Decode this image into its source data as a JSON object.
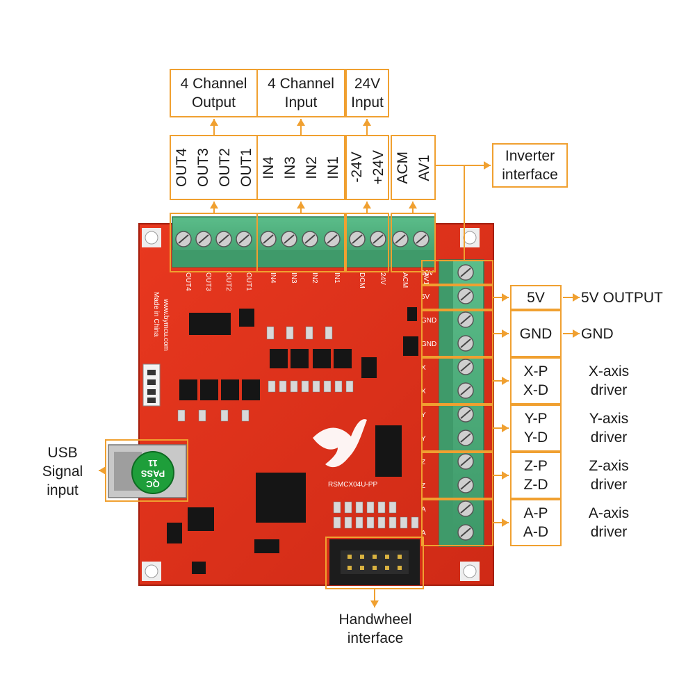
{
  "top_groups": [
    {
      "title_l1": "4 Channel",
      "title_l2": "Output",
      "pins": [
        "OUT1",
        "OUT2",
        "OUT3",
        "OUT4"
      ]
    },
    {
      "title_l1": "4 Channel",
      "title_l2": "Input",
      "pins": [
        "IN1",
        "IN2",
        "IN3",
        "IN4"
      ]
    },
    {
      "title_l1": "24V",
      "title_l2": "Input",
      "pins": [
        "+24V",
        "-24V"
      ]
    },
    {
      "pins": [
        "AV1",
        "ACM"
      ]
    }
  ],
  "inverter": {
    "line1": "Inverter",
    "line2": "interface"
  },
  "right_labels": {
    "v5": {
      "box": "5V",
      "desc": "5V OUTPUT"
    },
    "gnd": {
      "box": "GND",
      "desc": "GND"
    },
    "x": {
      "box_l1": "X-P",
      "box_l2": "X-D",
      "desc_l1": "X-axis",
      "desc_l2": "driver"
    },
    "y": {
      "box_l1": "Y-P",
      "box_l2": "Y-D",
      "desc_l1": "Y-axis",
      "desc_l2": "driver"
    },
    "z": {
      "box_l1": "Z-P",
      "box_l2": "Z-D",
      "desc_l1": "Z-axis",
      "desc_l2": "driver"
    },
    "a": {
      "box_l1": "A-P",
      "box_l2": "A-D",
      "desc_l1": "A-axis",
      "desc_l2": "driver"
    }
  },
  "usb": {
    "line1": "USB",
    "line2": "Signal",
    "line3": "input"
  },
  "handwheel": {
    "line1": "Handwheel",
    "line2": "interface"
  },
  "board": {
    "model": "RSMCX04U-PP",
    "made_in": "Made in China",
    "website": "www.bymcu.com",
    "qc_l1": "QC",
    "qc_l2": "PASS",
    "qc_l3": "11",
    "silk_top": [
      "OUT4",
      "OUT3",
      "OUT2",
      "OUT1",
      "IN4",
      "IN3",
      "IN2",
      "IN1",
      "DCM",
      "24V",
      "ACM",
      "AV1"
    ],
    "silk_right": [
      "10V",
      "5V",
      "GND",
      "GND",
      "X",
      "X",
      "Y",
      "Y",
      "Z",
      "Z",
      "A",
      "A"
    ]
  },
  "colors": {
    "accent": "#f0a030",
    "pcb": "#e0301c",
    "terminal": "#4fae7d",
    "text": "#1a1a1a"
  }
}
